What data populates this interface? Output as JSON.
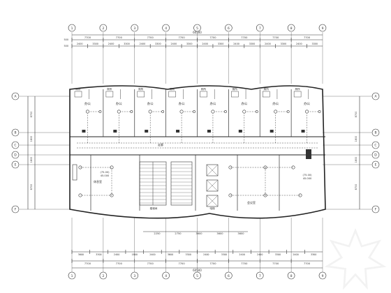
{
  "plan": {
    "top_axes": [
      "1",
      "2",
      "3",
      "4",
      "5",
      "6",
      "7",
      "8",
      "9"
    ],
    "bottom_axes": [
      "1",
      "2",
      "3",
      "4",
      "5",
      "6",
      "7",
      "8",
      "9"
    ],
    "left_axes": [
      "A",
      "B",
      "C",
      "D",
      "E",
      "F"
    ],
    "right_axes": [
      "A",
      "B",
      "C",
      "D",
      "E",
      "F"
    ],
    "top_total": "60500",
    "bottom_total": "60500",
    "top_spans_row1": [
      "7700",
      "7700",
      "7700",
      "7700",
      "7700",
      "7700",
      "7700",
      "7700"
    ],
    "top_spans_row2": [
      "2400",
      "3300",
      "2400",
      "3300",
      "2400",
      "3300",
      "2400",
      "3300",
      "2400",
      "3300",
      "2400",
      "3300",
      "2400",
      "3300",
      "2400",
      "3300"
    ],
    "bottom_spans_row1": [
      "7700",
      "7700",
      "7700",
      "7700",
      "7700",
      "7700",
      "7700",
      "7700"
    ],
    "bottom_spans_row2": [
      "3600",
      "3300",
      "2400",
      "1800",
      "2400",
      "3600",
      "3300",
      "2400",
      "3300",
      "2400",
      "2400",
      "3300",
      "2400",
      "3300"
    ],
    "left_dims": [
      "8700",
      "1800",
      "1800",
      "8700"
    ],
    "right_dims": [
      "8700",
      "1800",
      "1800",
      "8700"
    ],
    "corridor_dims": [
      "2250",
      "2750",
      "3600",
      "3600",
      "3600"
    ],
    "room_label_office": "办公",
    "room_label_toilet": "厕所",
    "room_label_corridor": "走廊",
    "room_label_lounge": "休息室",
    "room_label_stair": "楼梯间",
    "room_label_elevator": "电梯",
    "room_label_meeting": "会议室",
    "area_label_left": "(75.00)\n45.000",
    "area_label_right": "(75.00)\n45.000"
  }
}
